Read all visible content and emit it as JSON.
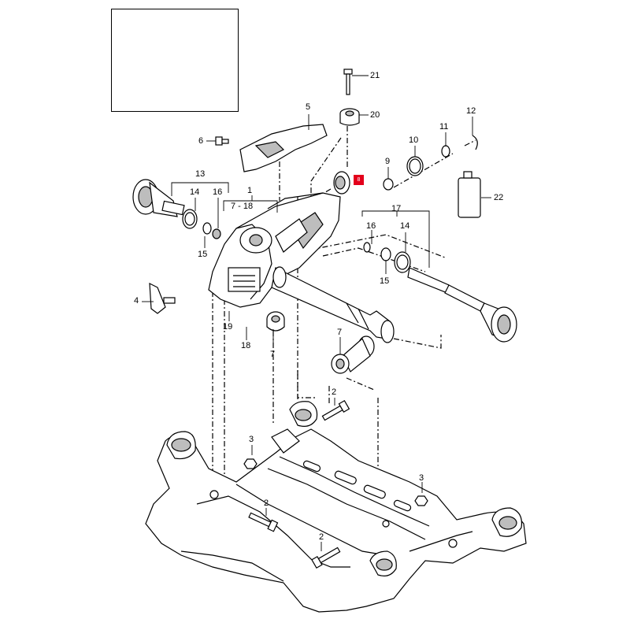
{
  "diagram": {
    "callouts": [
      {
        "id": "1",
        "text": "1"
      },
      {
        "id": "1r",
        "text": "7 - 18"
      },
      {
        "id": "2a",
        "text": "2"
      },
      {
        "id": "2b",
        "text": "2"
      },
      {
        "id": "2c",
        "text": "2"
      },
      {
        "id": "3a",
        "text": "3"
      },
      {
        "id": "3b",
        "text": "3"
      },
      {
        "id": "4",
        "text": "4"
      },
      {
        "id": "5",
        "text": "5"
      },
      {
        "id": "6",
        "text": "6"
      },
      {
        "id": "7a",
        "text": "7"
      },
      {
        "id": "7b",
        "text": "7"
      },
      {
        "id": "9",
        "text": "9"
      },
      {
        "id": "10",
        "text": "10"
      },
      {
        "id": "11",
        "text": "11"
      },
      {
        "id": "12",
        "text": "12"
      },
      {
        "id": "13",
        "text": "13"
      },
      {
        "id": "14a",
        "text": "14"
      },
      {
        "id": "14b",
        "text": "14"
      },
      {
        "id": "15a",
        "text": "15"
      },
      {
        "id": "15b",
        "text": "15"
      },
      {
        "id": "16a",
        "text": "16"
      },
      {
        "id": "16b",
        "text": "16"
      },
      {
        "id": "17",
        "text": "17"
      },
      {
        "id": "18",
        "text": "18"
      },
      {
        "id": "19",
        "text": "19"
      },
      {
        "id": "20",
        "text": "20"
      },
      {
        "id": "21",
        "text": "21"
      },
      {
        "id": "22",
        "text": "22"
      }
    ],
    "highlight": {
      "text": "8",
      "color": "#e3001b"
    },
    "colors": {
      "line": "#000000",
      "part_fill": "#ffffff",
      "shade": "#bdbdbd"
    }
  }
}
